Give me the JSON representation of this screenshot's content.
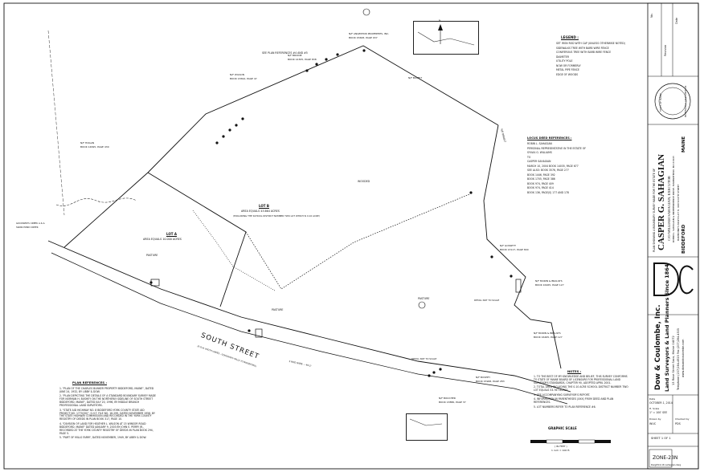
{
  "parcel_labels": {
    "lot_a_title": "LOT A",
    "lot_a_area": "AREA EQUALS 10.000 ACRES",
    "lot_b_title": "LOT B",
    "lot_b_area": "AREA EQUALS 43.664 ACRES",
    "lot_b_note": "(EXCLUDING THE SCHOOL DISTRICT NUMBER TWO LOT WHICH IS 0.10 ACRE)",
    "wooded": "WOODED",
    "pasture": "PASTURE",
    "south_street": "SOUTH STREET",
    "south_street_sub": "(R.O.W. WIDTH VARIES - GOODWIN'S MILLS TO BIDDEFORD)",
    "road_width": "3 ROD WIDE ~ 49.5'"
  },
  "abutters": [
    {
      "id": "a1",
      "name": "N/F ANGERTON PROPERTIES, INC.",
      "book": "BOOK 15608, PAGE 937"
    },
    {
      "id": "a2",
      "name": "N/F WILSON",
      "book": "BOOK 13694, PAGE 47"
    },
    {
      "id": "a3",
      "name": "N/F BRODIE",
      "book": "BOOK 14305, PAGE 838"
    },
    {
      "id": "a4",
      "name": "N/F HOGAN",
      "book": "BOOK 14695, PAGE 430"
    },
    {
      "id": "a5",
      "name": "N/F BUNEIT",
      "book": ""
    },
    {
      "id": "a6",
      "name": "N/F BOUCHER",
      "book": "BOOK 13886, PAGE 37"
    },
    {
      "id": "a7",
      "name": "N/F BRAULT",
      "book": ""
    },
    {
      "id": "a8",
      "name": "N/F GOSSETT",
      "book": "BOOK 13117, PAGE 800"
    },
    {
      "id": "a9",
      "name": "N/F MORIN & BRAULTS",
      "book": "BOOK 16465, PAGE 127"
    },
    {
      "id": "a10",
      "name": "N/F MORIN & BRAULTS",
      "book": "BOOK 16465, PAGE 127"
    },
    {
      "id": "a11",
      "name": "N/F BUSHEY",
      "book": "BOOK 15968, PAGE 283"
    }
  ],
  "misc_labels": {
    "plan_refs_note": "SEE PLAN REFERENCES #4 AND #5",
    "goodwins_creek": "GOODWIN'S CREEK A.K.A. SWAN POND CREEK",
    "detail_ntn": "DETAIL NOT TO SCALE",
    "north": "N",
    "scale_text": "GRAPHIC SCALE",
    "scale_feet": "( IN FEET )",
    "scale_inch": "1 inch = 100 ft."
  },
  "legend": {
    "title": "LEGEND :",
    "items": [
      "SET IRON ROD WITH CAP (UNLESS OTHERWISE NOTED)",
      "SIDEWALKS TREE WITH BARB WIRE FENCE",
      "CONIFEROUS TREE WITH BARB WIRE FENCE",
      "DIAMETER",
      "UTILITY POLE",
      "NOW OR FORMERLY",
      "METAL PIPE FENCE",
      "EDGE OF WOODS"
    ]
  },
  "locus": {
    "title": "LOCUS DEED REFERENCES :",
    "lines": [
      "ROBIN L. SAHAGIAN",
      "PERSONAL REPRESENTATIVE IN THE ESTATE OF",
      "SYLVIA G. WILLIAMS",
      "TO",
      "CASPER SAHAGIAN",
      "MARCH 10, 2004 BOOK 14035, PAGE 677",
      "SEE ALSO: BOOK 3576, PAGE 277",
      "BOOK 1446, PAGE 392",
      "BOOK 1705, PAGE 386",
      "BOOK 974, PAGE 409",
      "BOOK 974, PAGE 414",
      "BOOK 136, PAGE(S) 177 AND 178"
    ]
  },
  "notes": {
    "title": "NOTES :",
    "items": [
      "1. TO THE BEST OF MY KNOWLEDGE AND BELIEF, THIS SURVEY CONFORMS TO STATE OF MAINE BOARD OF LICENSURE FOR PROFESSIONAL LAND SURVEYORS STANDARDS, CHAPTER 90, ADOPTED APRIL 2001.",
      "2. TOTAL AREA INCLUDING THE 0.10 ACRE SCHOOL DISTRICT NUMBER TWO LOT EQUALS 53.767 ACRES.",
      "3. SEE ACCOMPANYING SURVEYOR'S REPORT.",
      "4. INFORMATION IN PARENTHESES (XXX) FROM DEED AND PLAN REFERENCES.",
      "5. LOT NUMBERS REFER TO PLAN REFERENCE #6."
    ]
  },
  "plan_refs": {
    "title": "PLAN REFERENCES :",
    "items": [
      "1. \"PLAN OF THE CHARLES BUNKER PROPERTY BIDDEFORD, MAINE\", DATED JUNE 24, 1932, BY LIBBY & DOW.",
      "2. \"PLAN DEPICTING THE DETAILS OF A STANDARD BOUNDARY SURVEY MADE FOR NORMAN H. BUSHEY ON THE NORTHERLY SIDELINE OF SOUTH STREET BIDDEFORD, MAINE\", DATED JULY 20, 1996, BY MIDDLE BRANCH PROFESSIONAL LAND SURVEYORS.",
      "3. \"STATE AID HIGHWAY NO. 8 BIDDEFORD YORK COUNTY STATE AID PROJECT NO. 1770(30)\", S.H.T. FILE NO. 16-299, DATED NOVEMBER 1956, BY THE STATE HIGHWAY COMMISSION AND RECORDED IN THE YORK COUNTY REGISTRY OF DEEDS IN PLAN BOOK 317, PAGE 10.",
      "4. \"DIVISION OF LAND FOR HEATHER L. WILSON AT 15 WINSOR ROAD BIDDEFORD, MAINE\" DATED JANUARY 9, 2003 BY JOHN E. PERRY JR., RECORDED AT THE YORK COUNTY REGISTRY OF DEEDS IN PLAN BOOK 294, PAGE 5.",
      "5. \"PART OF MILLS FARM\", DATED NOVEMBER, 1949, BY LIBBY & DOW."
    ]
  },
  "title_block": {
    "plan_title": "PLAN SHOWING A BOUNDARY SURVEY MADE FOR THE ESTATE OF",
    "owner": "CASPER G. SAHAGIAN",
    "executor": "C/O WILLIAM SAHAGIAN, EXECUTOR",
    "owner_addr": "ROBIN L. SAHAGIAN & INDEPENDENCE DRIVE, MARBLEHEAD, MA 01945",
    "prop_addr": "HAMMOND'S MAP 8 LOT 8, 490 SOUTH STREET",
    "city": "BIDDEFORD",
    "state": "MAINE",
    "company": "Dow & Coulombe, Inc.",
    "company_sub": "Land Surveyors & Land Planners Since 1864",
    "company_addr": "13 Rose Street   Saco, Maine   04072",
    "company_tel": "Telephone (207)284-4925   Fax (207)284-4505",
    "company_web": "www.dowandcoulombe.com",
    "stamp": "STATE OF MAINE",
    "stamp_sub": "PROFESSIONAL LAND SURVEYOR",
    "rev_head1": "Revision",
    "rev_head2": "Date",
    "rev_head3": "No.",
    "date_label": "Date",
    "date": "OCTOBER 1, 2014",
    "scale_label": "H. Scale",
    "scale": "1\" = 100' SEE",
    "drawn_label": "Drawn by",
    "drawn": "WUC",
    "checked_label": "Checked by",
    "checked": "PDS",
    "sheet": "SHEET 1 OF 1",
    "zone": "ZONE-23N",
    "dwg": "Dwg#14-16 Lahagian.dwg"
  }
}
